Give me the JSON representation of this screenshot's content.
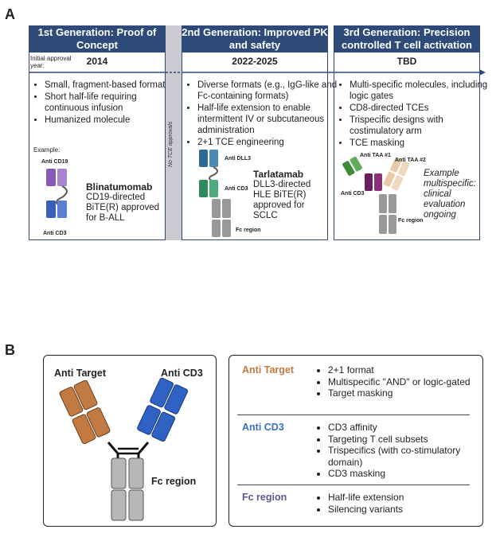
{
  "panelA": {
    "letter": "A",
    "initial_year_label": "Initial approval year:",
    "no_approvals": "No TCE approvals",
    "columns": [
      {
        "title": "1st Generation: Proof of Concept",
        "year": "2014",
        "bullets": [
          "Small, fragment-based format",
          "Short half-life requiring continuous infusion",
          "Humanized molecule"
        ],
        "example_label": "Example:",
        "label_top": "Anti CD19",
        "label_bottom": "Anti CD3",
        "drug_name": "Blinatumomab",
        "drug_desc": "CD19-directed BiTE(R) approved for B-ALL"
      },
      {
        "title": "2nd Generation: Improved PK and safety",
        "year": "2022-2025",
        "bullets": [
          "Diverse formats (e.g., IgG-like and Fc-containing formats)",
          "Half-life extension to enable intermittent IV or subcutaneous administration",
          "2+1 TCE engineering"
        ],
        "label_top": "Anti DLL3",
        "label_mid": "Anti CD3",
        "label_fc": "Fc region",
        "drug_name": "Tarlatamab",
        "drug_desc": "DLL3-directed HLE BiTE(R) approved for SCLC"
      },
      {
        "title": "3rd Generation: Precision controlled T cell activation",
        "year": "TBD",
        "bullets": [
          "Multi-specific molecules, including logic gates",
          "CD8-directed TCEs",
          "Trispecific designs with costimulatory arm",
          "TCE masking"
        ],
        "label_taa1": "Anti TAA #1",
        "label_taa2": "Anti TAA #2",
        "label_cd3": "Anti CD3",
        "label_fc": "Fc region",
        "example_text": "Example multispecific: clinical evaluation ongoing"
      }
    ]
  },
  "panelB": {
    "letter": "B",
    "label_anti_target": "Anti Target",
    "label_anti_cd3": "Anti CD3",
    "label_fc": "Fc region",
    "sections": [
      {
        "label": "Anti Target",
        "color": "#c27a43",
        "bullets": [
          "2+1 format",
          "Multispecific \"AND\" or logic-gated",
          "Target masking"
        ]
      },
      {
        "label": "Anti CD3",
        "color": "#3a6fc4",
        "bullets": [
          "CD3 affinity",
          "Targeting T cell subsets",
          "Trispecifics (with co-stimulatory domain)",
          "CD3 masking"
        ]
      },
      {
        "label": "Fc region",
        "color": "#5a5a90",
        "bullets": [
          "Half-life extension",
          "Silencing variants"
        ]
      }
    ]
  },
  "colors": {
    "header": "#2e4a79",
    "gray_band": "#c9cbd0"
  }
}
